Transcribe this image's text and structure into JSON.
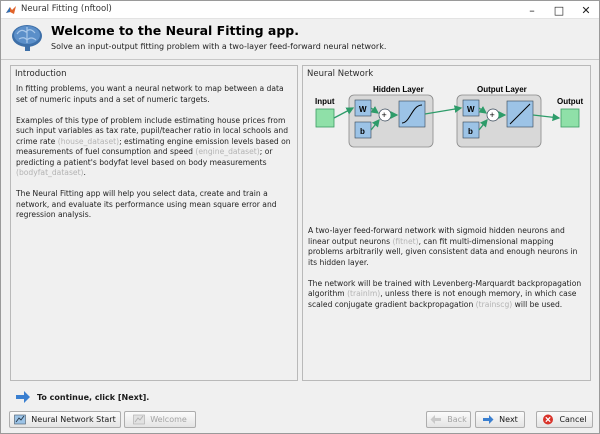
{
  "window": {
    "title": "Neural Fitting (nftool)"
  },
  "header": {
    "title": "Welcome to the Neural Fitting app.",
    "subtitle": "Solve an input-output fitting problem with a two-layer feed-forward neural network."
  },
  "introduction": {
    "title": "Introduction",
    "p1": "In fitting problems, you want a neural network to map between a data set of numeric inputs and a set of numeric targets.",
    "p2_a": "Examples of this type of problem include estimating house prices from such input variables as tax rate, pupil/teacher ratio in local schools and crime rate ",
    "p2_house": "(house_dataset)",
    "p2_b": "; estimating engine emission levels based on measurements of fuel consumption and speed ",
    "p2_engine": "(engine_dataset)",
    "p2_c": "; or predicting a patient's bodyfat level based on body measurements ",
    "p2_bodyfat": "(bodyfat_dataset)",
    "p2_d": ".",
    "p3": "The Neural Fitting app will help you select data, create and train a network, and evaluate its performance using mean square error and regression analysis."
  },
  "network": {
    "title": "Neural Network",
    "diagram": {
      "input_label": "Input",
      "hidden_label": "Hidden Layer",
      "output_layer_label": "Output Layer",
      "output_label": "Output",
      "w_label": "W",
      "b_label": "b",
      "plus": "+"
    },
    "p1_a": "A two-layer feed-forward network with sigmoid hidden neurons and linear output neurons ",
    "p1_fitnet": "(fitnet)",
    "p1_b": ", can fit multi-dimensional mapping problems arbitrarily well, given consistent data and enough neurons in its hidden layer.",
    "p2_a": "The network will be trained with Levenberg-Marquardt backpropagation algorithm ",
    "p2_trainlm": "(trainlm)",
    "p2_b": ", unless there is not enough memory, in which case scaled conjugate gradient backpropagation ",
    "p2_trainscg": "(trainscg)",
    "p2_c": " will be used."
  },
  "footer": {
    "continue_text": "To continue, click [Next].",
    "start_label": "Neural Network Start",
    "welcome_label": "Welcome",
    "back_label": "Back",
    "next_label": "Next",
    "cancel_label": "Cancel"
  },
  "colors": {
    "node_green": "#8fe0a8",
    "layer_box": "#9cc3e6",
    "arrow_blue": "#3a7fd0",
    "hint_gray": "#b3b3b3"
  }
}
